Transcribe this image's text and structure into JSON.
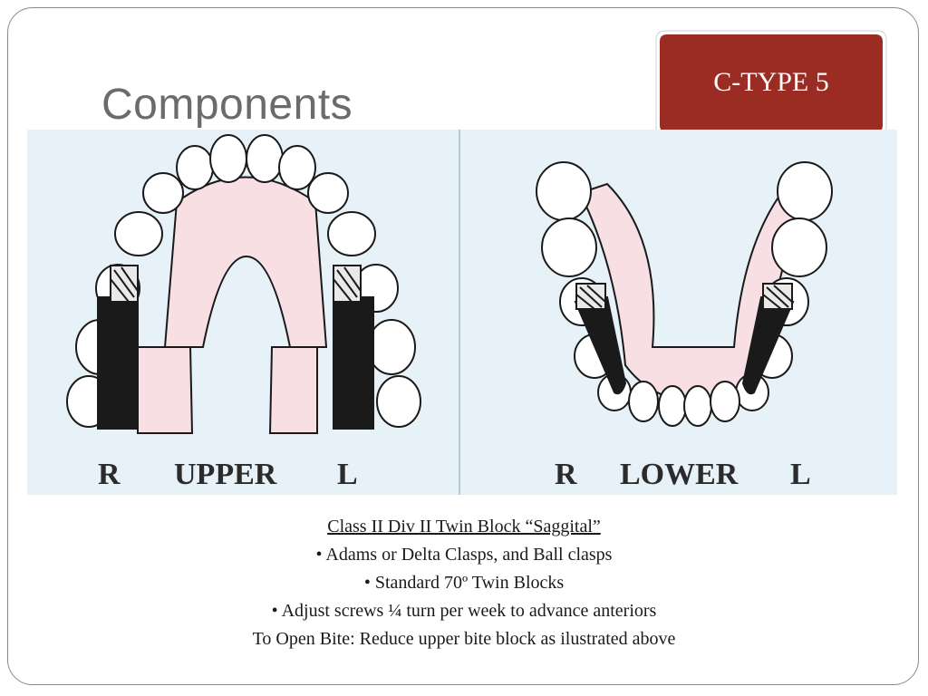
{
  "slide": {
    "title": "Components",
    "callout": "C-TYPE 5",
    "callout_color": "#9b2c24"
  },
  "figure": {
    "upper": {
      "left": "R",
      "name": "UPPER",
      "right": "L"
    },
    "lower": {
      "left": "R",
      "name": "LOWER",
      "right": "L"
    }
  },
  "caption": {
    "heading": "Class II Div II Twin Block “Saggital”",
    "lines": [
      "• Adams or Delta Clasps, and Ball clasps",
      "• Standard 70º Twin Blocks",
      "• Adjust screws ¼ turn per week to advance anteriors",
      "To Open Bite: Reduce upper bite block as  ilustrated above"
    ]
  }
}
